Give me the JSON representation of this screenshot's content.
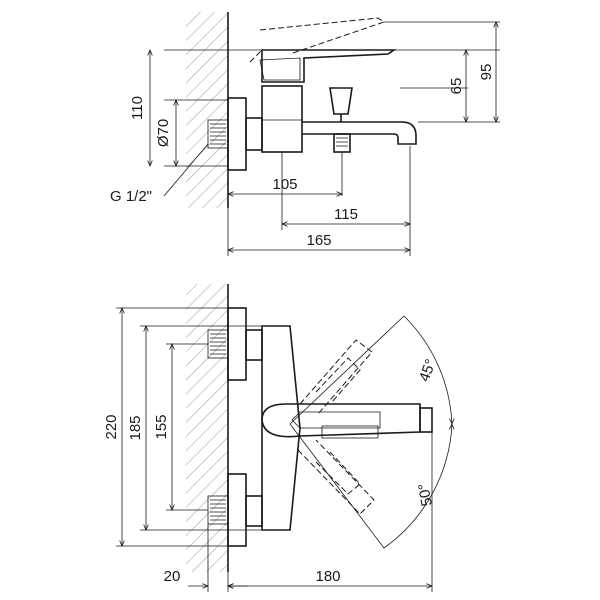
{
  "drawing": {
    "top_view": {
      "dim_height_110": "110",
      "dim_dia_70": "Ø70",
      "dim_thread": "G 1/2\"",
      "dim_65": "65",
      "dim_95": "95",
      "dim_105": "105",
      "dim_115": "115",
      "dim_165": "165"
    },
    "bottom_view": {
      "dim_220": "220",
      "dim_185": "185",
      "dim_155": "155",
      "dim_20": "20",
      "dim_180": "180",
      "angle_45": "45°",
      "angle_50": "50°"
    }
  }
}
